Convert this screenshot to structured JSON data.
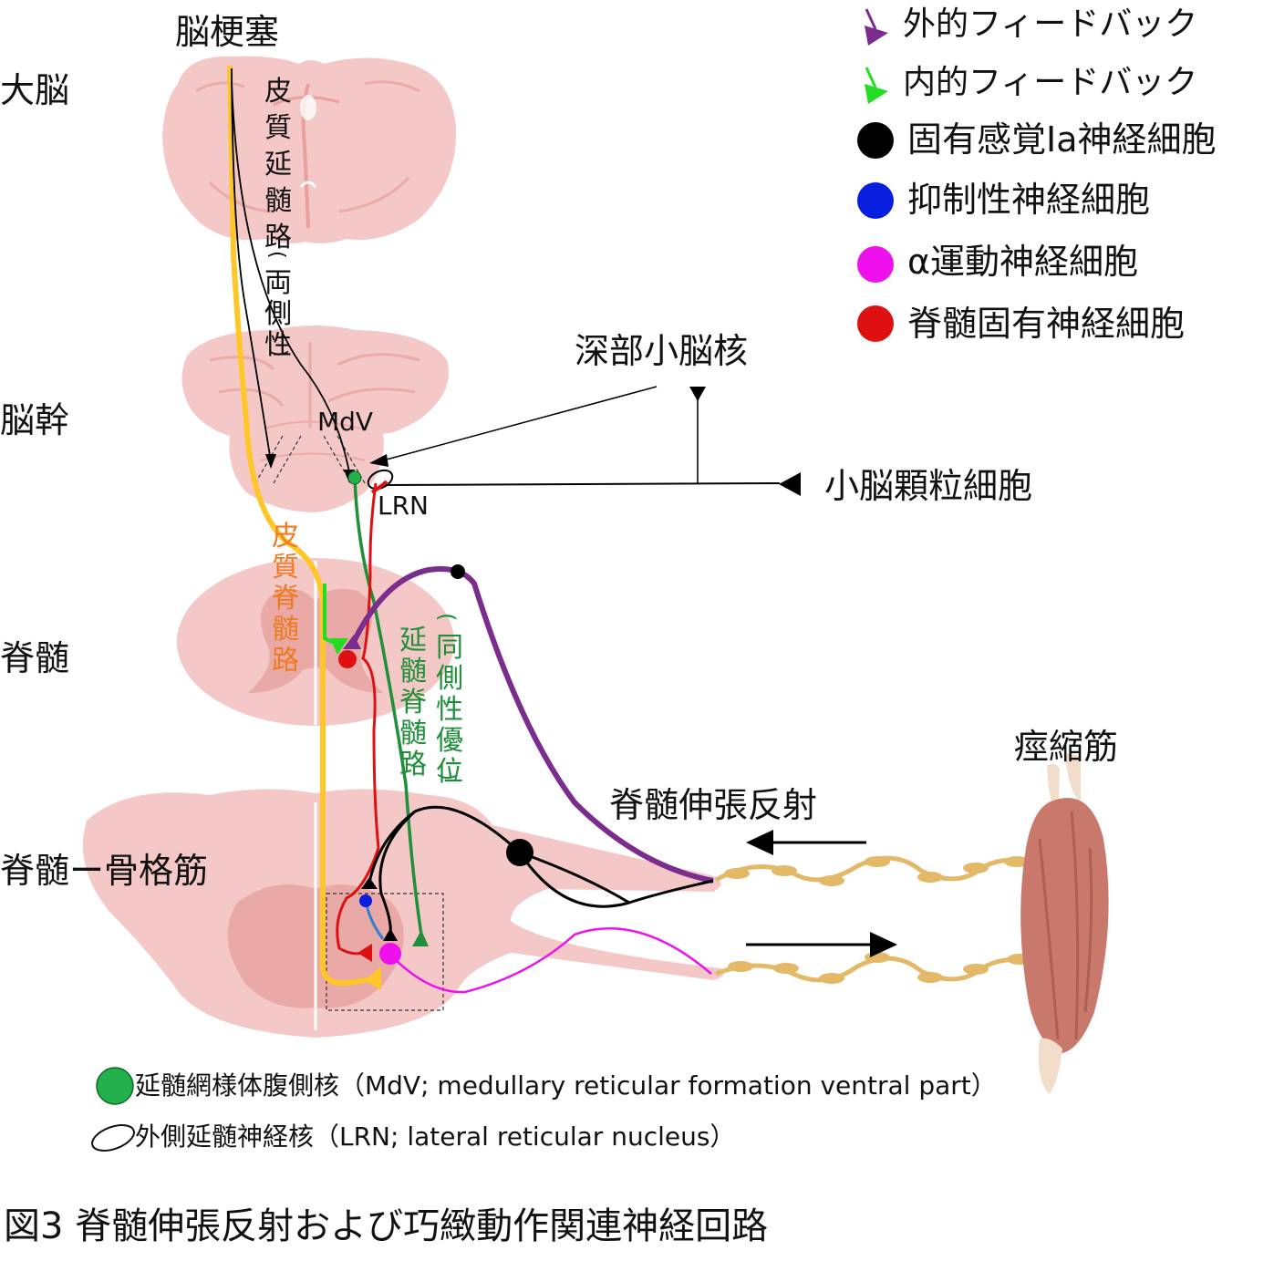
{
  "labels": {
    "stroke_title": "脳梗塞",
    "region_cerebrum": "大脳",
    "region_brainstem": "脳幹",
    "region_spinal_cord": "脊髄",
    "region_spinal_muscle": "脊髄ー骨格筋",
    "corticobulbar_chars": [
      "皮",
      "質",
      "延",
      "髄",
      "路",
      "(",
      "両",
      "側",
      "性",
      ")"
    ],
    "corticospinal_chars": [
      "皮",
      "質",
      "脊",
      "髄",
      "路"
    ],
    "reticulospinal_chars": [
      "延",
      "髄",
      "脊",
      "髄",
      "路"
    ],
    "ipsilateral_chars": [
      "(",
      "同",
      "側",
      "性",
      "優",
      "位",
      ")"
    ],
    "mdv": "MdV",
    "lrn": "LRN",
    "deep_cerebellar_nuclei": "深部小脳核",
    "cerebellar_granule_cells": "小脳顆粒細胞",
    "spastic_muscle": "痙縮筋",
    "stretch_reflex": "脊髄伸張反射"
  },
  "legend": {
    "items": [
      {
        "label": "外的フィードバック",
        "color": "#7b2d8e",
        "icon": "purple-synapse-arrow"
      },
      {
        "label": "内的フィードバック",
        "color": "#22dd22",
        "icon": "green-synapse-arrow"
      },
      {
        "label": "固有感覚Ia神経細胞",
        "color": "#000000",
        "icon": "black-dot"
      },
      {
        "label": "抑制性神経細胞",
        "color": "#0a1ee0",
        "icon": "blue-dot"
      },
      {
        "label": "α運動神経細胞",
        "color": "#ee11ee",
        "icon": "magenta-dot"
      },
      {
        "label": "脊髄固有神経細胞",
        "color": "#dd1111",
        "icon": "red-dot"
      }
    ]
  },
  "footnotes": {
    "mdv_note": "延髄網様体腹側核（MdV; medullary reticular formation ventral part）",
    "lrn_note": "外側延髄神経核（LRN; lateral reticular nucleus）"
  },
  "caption": "図3 脊髄伸張反射および巧緻動作関連神経回路",
  "colors": {
    "tissue": "#f4c8c6",
    "tissue_dark": "#e9a9a6",
    "corticospinal": "#ffc62a",
    "external_feedback": "#7b2d8e",
    "internal_feedback": "#22dd22",
    "reticulospinal": "#1f8f3a",
    "propriospinal": "#dd1111",
    "motor": "#ee11ee",
    "inhibitory": "#0a1ee0",
    "nerve": "#e3b866",
    "muscle": "#c9796b",
    "orange_label": "#f07a1e",
    "green_label": "#1f8f3a"
  }
}
